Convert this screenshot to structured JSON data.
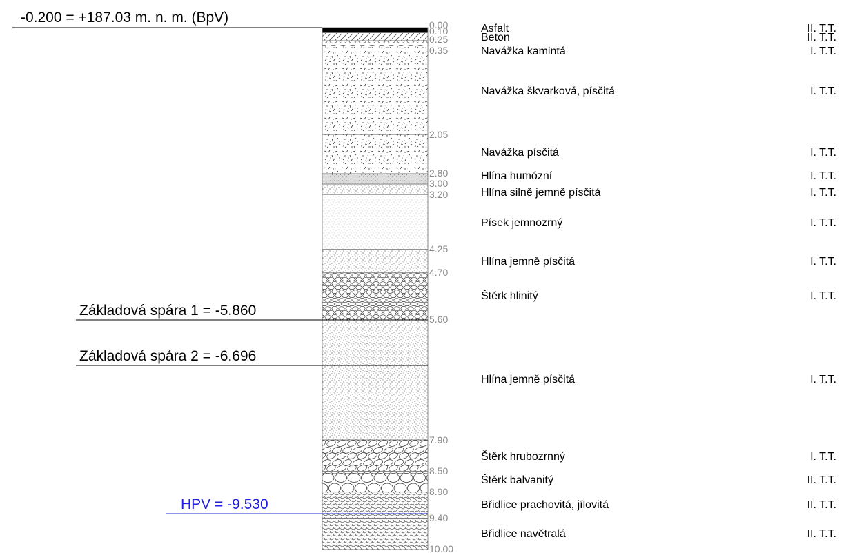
{
  "reference_level": "-0.200 = +187.03 m. n. m. (BpV)",
  "foundation_lines": [
    {
      "label": "Základová spára 1 = -5.860",
      "depth": 5.66
    },
    {
      "label": "Základová spára 2 = -6.696",
      "depth": 6.496
    }
  ],
  "water_level": {
    "label": "HPV = -9.530",
    "depth": 9.33
  },
  "depth_ticks": [
    "0.00",
    "0.10",
    "0.25",
    "0.35",
    "2.05",
    "2.80",
    "3.00",
    "3.20",
    "4.25",
    "4.70",
    "5.60",
    "7.90",
    "8.50",
    "8.90",
    "9.40",
    "10.00"
  ],
  "layers": [
    {
      "top": 0.0,
      "bottom": 0.1,
      "pattern": "asphalt",
      "name": "Asfalt",
      "class": "II. T.T."
    },
    {
      "top": 0.1,
      "bottom": 0.25,
      "pattern": "concrete",
      "name": "Beton",
      "class": "II. T.T."
    },
    {
      "top": 0.25,
      "bottom": 0.35,
      "pattern": "stone-fill",
      "name": "Navážka kamintá",
      "class": "I. T.T."
    },
    {
      "top": 0.35,
      "bottom": 2.05,
      "pattern": "slag-fill",
      "name": "Navážka škvarková, písčitá",
      "class": "I. T.T."
    },
    {
      "top": 2.05,
      "bottom": 2.8,
      "pattern": "slag-fill",
      "name": "Navážka písčitá",
      "class": "I. T.T."
    },
    {
      "top": 2.8,
      "bottom": 3.0,
      "pattern": "humus",
      "name": "Hlína humózní",
      "class": "I. T.T."
    },
    {
      "top": 3.0,
      "bottom": 3.2,
      "pattern": "sandy-loam",
      "name": "Hlína silně jemně písčitá",
      "class": "I. T.T."
    },
    {
      "top": 3.2,
      "bottom": 4.25,
      "pattern": "fine-sand",
      "name": "Písek jemnozrný",
      "class": "I. T.T."
    },
    {
      "top": 4.25,
      "bottom": 4.7,
      "pattern": "sandy-loam",
      "name": "Hlína jemně písčitá",
      "class": "I. T.T."
    },
    {
      "top": 4.7,
      "bottom": 5.6,
      "pattern": "gravel",
      "name": "Štěrk hlinitý",
      "class": "I. T.T."
    },
    {
      "top": 5.6,
      "bottom": 7.9,
      "pattern": "sandy-loam",
      "name": "Hlína jemně písčitá",
      "class": "I. T.T."
    },
    {
      "top": 7.9,
      "bottom": 8.5,
      "pattern": "coarse-gravel",
      "name": "Štěrk hrubozrnný",
      "class": "I. T.T."
    },
    {
      "top": 8.5,
      "bottom": 8.9,
      "pattern": "boulders",
      "name": "Štěrk balvanitý",
      "class": "II. T.T."
    },
    {
      "top": 8.9,
      "bottom": 9.4,
      "pattern": "shale",
      "name": "Břidlice prachovitá, jílovitá",
      "class": "II. T.T."
    },
    {
      "top": 9.4,
      "bottom": 10.0,
      "pattern": "shale",
      "name": "Břidlice navětralá",
      "class": "II. T.T."
    }
  ],
  "colors": {
    "water": "#2020e0",
    "depth_text": "#8a8a8a",
    "ink": "#000000"
  }
}
